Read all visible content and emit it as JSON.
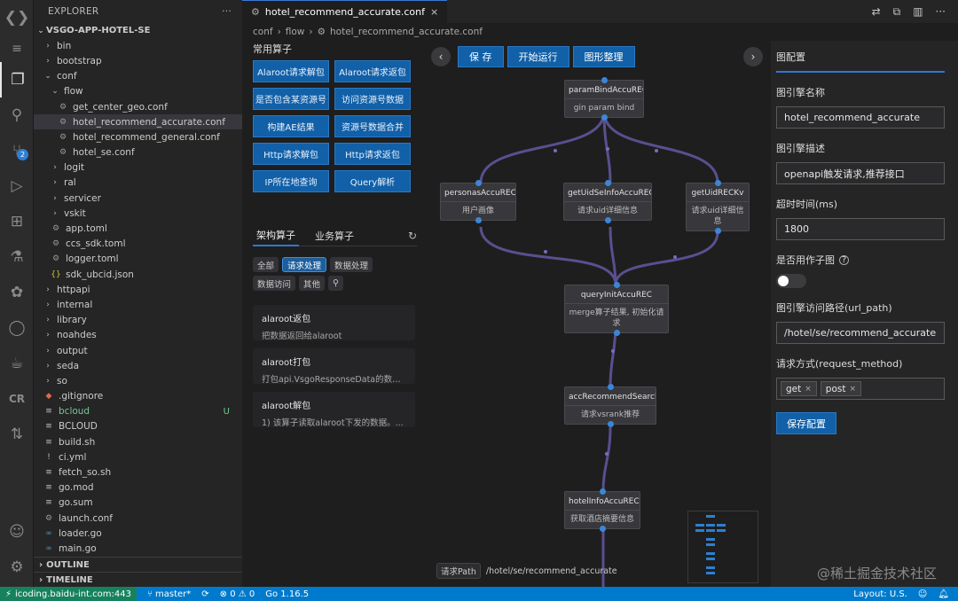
{
  "explorer": {
    "title": "EXPLORER",
    "more": "···",
    "root": "VSGO-APP-HOTEL-SE",
    "rows": [
      {
        "label": "bin",
        "depth": 1,
        "kind": "folder-closed"
      },
      {
        "label": "bootstrap",
        "depth": 1,
        "kind": "folder-closed"
      },
      {
        "label": "conf",
        "depth": 1,
        "kind": "folder-open"
      },
      {
        "label": "flow",
        "depth": 2,
        "kind": "folder-open"
      },
      {
        "label": "get_center_geo.conf",
        "depth": 3,
        "kind": "gear"
      },
      {
        "label": "hotel_recommend_accurate.conf",
        "depth": 3,
        "kind": "gear",
        "selected": true
      },
      {
        "label": "hotel_recommend_general.conf",
        "depth": 3,
        "kind": "gear"
      },
      {
        "label": "hotel_se.conf",
        "depth": 3,
        "kind": "gear"
      },
      {
        "label": "logit",
        "depth": 2,
        "kind": "folder-closed"
      },
      {
        "label": "ral",
        "depth": 2,
        "kind": "folder-closed"
      },
      {
        "label": "servicer",
        "depth": 2,
        "kind": "folder-closed"
      },
      {
        "label": "vskit",
        "depth": 2,
        "kind": "folder-closed"
      },
      {
        "label": "app.toml",
        "depth": 2,
        "kind": "gear"
      },
      {
        "label": "ccs_sdk.toml",
        "depth": 2,
        "kind": "gear"
      },
      {
        "label": "logger.toml",
        "depth": 2,
        "kind": "gear"
      },
      {
        "label": "sdk_ubcid.json",
        "depth": 2,
        "kind": "json"
      },
      {
        "label": "httpapi",
        "depth": 1,
        "kind": "folder-closed"
      },
      {
        "label": "internal",
        "depth": 1,
        "kind": "folder-closed"
      },
      {
        "label": "library",
        "depth": 1,
        "kind": "folder-closed"
      },
      {
        "label": "noahdes",
        "depth": 1,
        "kind": "folder-closed"
      },
      {
        "label": "output",
        "depth": 1,
        "kind": "folder-closed"
      },
      {
        "label": "seda",
        "depth": 1,
        "kind": "folder-closed"
      },
      {
        "label": "so",
        "depth": 1,
        "kind": "folder-closed"
      },
      {
        "label": ".gitignore",
        "depth": 1,
        "kind": "git"
      },
      {
        "label": "bcloud",
        "depth": 1,
        "kind": "file",
        "status": "U"
      },
      {
        "label": "BCLOUD",
        "depth": 1,
        "kind": "file"
      },
      {
        "label": "build.sh",
        "depth": 1,
        "kind": "file"
      },
      {
        "label": "ci.yml",
        "depth": 1,
        "kind": "yml"
      },
      {
        "label": "fetch_so.sh",
        "depth": 1,
        "kind": "file"
      },
      {
        "label": "go.mod",
        "depth": 1,
        "kind": "file"
      },
      {
        "label": "go.sum",
        "depth": 1,
        "kind": "file"
      },
      {
        "label": "launch.conf",
        "depth": 1,
        "kind": "gear"
      },
      {
        "label": "loader.go",
        "depth": 1,
        "kind": "go"
      },
      {
        "label": "main.go",
        "depth": 1,
        "kind": "go"
      }
    ],
    "outline": "OUTLINE",
    "timeline": "TIMELINE"
  },
  "editor": {
    "tab_label": "hotel_recommend_accurate.conf",
    "breadcrumb": [
      "conf",
      "flow",
      "hotel_recommend_accurate.conf"
    ]
  },
  "operators": {
    "common_title": "常用算子",
    "common": [
      "Alaroot请求解包",
      "Alaroot请求返包",
      "是否包含某资源号",
      "访问资源号数据",
      "构建AE结果",
      "资源号数据合并",
      "Http请求解包",
      "Http请求返包",
      "IP所在地查询",
      "Query解析"
    ],
    "tabs": [
      "架构算子",
      "业务算子"
    ],
    "chips": [
      "全部",
      "请求处理",
      "数据处理",
      "数据访问",
      "其他"
    ],
    "active_chip": 1,
    "cards": [
      {
        "title": "alaroot返包",
        "desc": "把数据返回给alaroot"
      },
      {
        "title": "alaroot打包",
        "desc": "打包api.VsgoResponseData的数据..."
      },
      {
        "title": "alaroot解包",
        "desc": "1) 该算子读取alaroot下发的数据。..."
      }
    ]
  },
  "canvas": {
    "buttons": [
      "保 存",
      "开始运行",
      "图形整理"
    ],
    "nodes": [
      {
        "title": "paramBindAccuREC",
        "sub": "gin param bind"
      },
      {
        "title": "personasAccuREC",
        "sub": "用户画像"
      },
      {
        "title": "getUidSeInfoAccuREC",
        "sub": "请求uid详细信息"
      },
      {
        "title": "getUidRECKv",
        "sub": "请求uid详细信息"
      },
      {
        "title": "queryInitAccuREC",
        "sub": "merge算子结果, 初始化请求"
      },
      {
        "title": "accRecommendSearch",
        "sub": "请求vsrank推荐"
      },
      {
        "title": "hotelInfoAccuREC",
        "sub": "获取酒店摘要信息"
      }
    ],
    "path_label": "请求Path",
    "path_value": "/hotel/se/recommend_accurate"
  },
  "config": {
    "title": "图配置",
    "name_label": "图引擎名称",
    "name_value": "hotel_recommend_accurate",
    "desc_label": "图引擎描述",
    "desc_value": "openapi触发请求,推荐接口",
    "timeout_label": "超时时间(ms)",
    "timeout_value": "1800",
    "subgraph_label": "是否用作子图",
    "subgraph_on": false,
    "path_label": "图引擎访问路径(url_path)",
    "path_value": "/hotel/se/recommend_accurate",
    "method_label": "请求方式(request_method)",
    "methods": [
      "get",
      "post"
    ],
    "save_label": "保存配置"
  },
  "watermark": "@稀土掘金技术社区",
  "status": {
    "remote": "icoding.baidu-int.com:443",
    "branch": "master*",
    "problems": "⊗ 0 ⚠ 0",
    "go": "Go 1.16.5",
    "layout": "Layout: U.S."
  },
  "colors": {
    "accent": "#1160a8",
    "status_bar": "#007acc",
    "remote": "#16825d",
    "edge": "#5a4f8f",
    "port": "#3b86d8"
  }
}
